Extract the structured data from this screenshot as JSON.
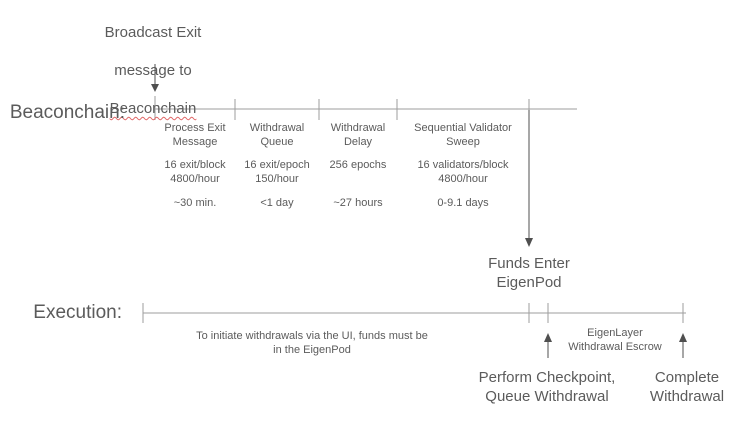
{
  "colors": {
    "background": "#ffffff",
    "text": "#5b5b5b",
    "line": "#9d9d9d",
    "arrow": "#4f4f4f",
    "spellcheck": "#e06666"
  },
  "broadcast_note": {
    "line1": "Broadcast Exit",
    "line2": "message to",
    "line3": "Beaconchain"
  },
  "beaconchain": {
    "label": "Beaconchain:",
    "segments": [
      {
        "name": "Process Exit\nMessage",
        "rate": "16 exit/block\n4800/hour",
        "duration": "~30 min."
      },
      {
        "name": "Withdrawal\nQueue",
        "rate": "16 exit/epoch\n150/hour",
        "duration": "<1 day"
      },
      {
        "name": "Withdrawal\nDelay",
        "rate": "256 epochs",
        "duration": "~27 hours"
      },
      {
        "name": "Sequential Validator\nSweep",
        "rate": "16 validators/block\n4800/hour",
        "duration": "0-9.1 days"
      }
    ]
  },
  "funds_enter_label": "Funds Enter\nEigenPod",
  "execution": {
    "label": "Execution:",
    "note": "To initiate withdrawals via the UI, funds must be\nin the EigenPod",
    "escrow_label": "EigenLayer\nWithdrawal Escrow",
    "perform_checkpoint_label": "Perform Checkpoint,\nQueue Withdrawal",
    "complete_label": "Complete\nWithdrawal"
  }
}
